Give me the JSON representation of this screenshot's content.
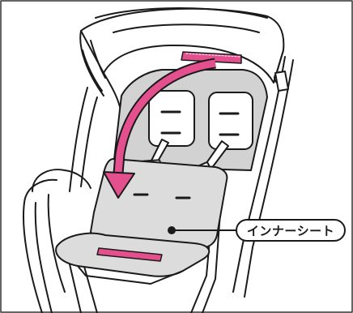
{
  "callout": {
    "label": "インナーシート"
  },
  "colors": {
    "seat_fill": "#dcdcdc",
    "seat_pad_fill": "#d2d2d2",
    "arrow": "#e4508e",
    "pink_band": "#e4508e",
    "outline": "#1a1a1a",
    "frame_border": "#333333"
  },
  "icons": {
    "direction_arrow": "curved-arrow-down",
    "marker_dot": "black-dot"
  }
}
